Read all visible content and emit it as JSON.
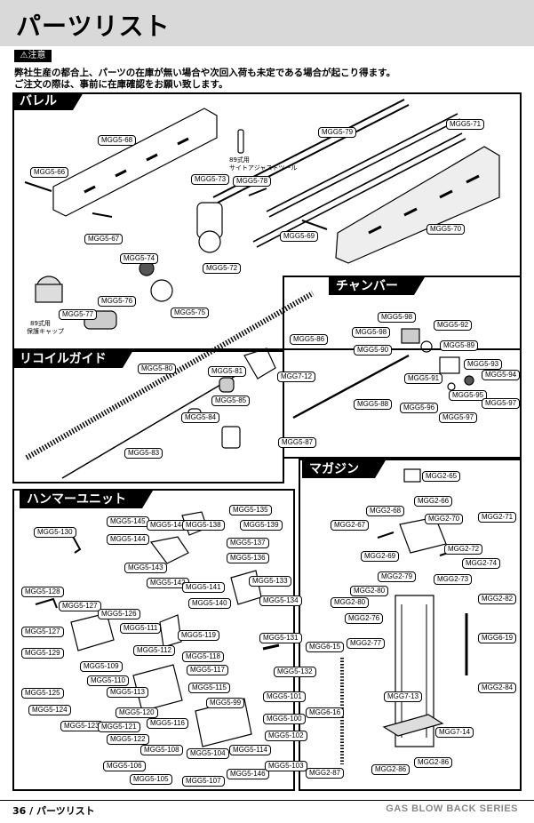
{
  "page": {
    "title": "パーツリスト",
    "notice_badge": "⚠注意",
    "notice_lines": [
      "弊社生産の都合上、パーツの在庫が無い場合や次回入荷も未定である場合が起こり得ます。",
      "ご注文の際は、事前に在庫確認をお願い致します。"
    ],
    "footer_left": "36 / パーツリスト",
    "footer_right": "GAS BLOW BACK SERIES"
  },
  "sections": {
    "barrel": "バレル",
    "chamber": "チャンバー",
    "recoil": "リコイルガイド",
    "hammer": "ハンマーユニット",
    "magazine": "マガジン"
  },
  "notes": {
    "sight_tool": [
      "89式用",
      "サイトアジャストツール"
    ],
    "cap": [
      "89式用",
      "保護キャップ"
    ]
  },
  "labels": {
    "barrel": [
      "MGG5-68",
      "MGG5-79",
      "MGG5-71",
      "MGG5-66",
      "MGG5-73",
      "MGG5-78",
      "MGG5-69",
      "MGG5-70",
      "MGG5-67",
      "MGG5-74",
      "MGG5-72",
      "MGG5-76",
      "MGG5-77",
      "MGG5-75"
    ],
    "chamber": [
      "MGG5-98",
      "MGG5-92",
      "MGG5-98",
      "MGG5-89",
      "MGG5-90",
      "MGG5-93",
      "MGG5-94",
      "MGG5-91",
      "MGG5-95",
      "MGG5-88",
      "MGG5-96",
      "MGG5-97",
      "MGG5-97",
      "MGG5-87"
    ],
    "recoil": [
      "MGG5-86",
      "MGG5-80",
      "MGG5-81",
      "MGG7-12",
      "MGG5-85",
      "MGG5-84",
      "MGG5-83"
    ],
    "hammer": [
      "MGG5-135",
      "MGG5-145",
      "MGG5-144",
      "MGG5-138",
      "MGG5-139",
      "MGG5-130",
      "MGG5-144",
      "MGG5-137",
      "MGG5-136",
      "MGG5-143",
      "MGG5-133",
      "MGG5-142",
      "MGG5-141",
      "MGG5-128",
      "MGG5-140",
      "MGG5-134",
      "MGG5-127",
      "MGG5-126",
      "MGG5-127",
      "MGG5-111",
      "MGG5-119",
      "MGG5-131",
      "MGG5-129",
      "MGG5-112",
      "MGG5-118",
      "MGG5-132",
      "MGG5-109",
      "MGG5-117",
      "MGG5-110",
      "MGG5-115",
      "MGG5-125",
      "MGG5-113",
      "MGG5-101",
      "MGG5-99",
      "MGG5-124",
      "MGG5-120",
      "MGG5-100",
      "MGG5-123",
      "MGG5-116",
      "MGG5-121",
      "MGG5-102",
      "MGG5-122",
      "MGG5-108",
      "MGG5-104",
      "MGG5-114",
      "MGG5-106",
      "MGG5-146",
      "MGG5-103",
      "MGG5-105",
      "MGG5-107"
    ],
    "magazine": [
      "MGG2-65",
      "MGG2-66",
      "MGG2-68",
      "MGG2-67",
      "MGG2-70",
      "MGG2-71",
      "MGG2-69",
      "MGG2-72",
      "MGG2-74",
      "MGG2-79",
      "MGG2-73",
      "MGG2-80",
      "MGG2-80",
      "MGG2-82",
      "MGG2-76",
      "MGG6-15",
      "MGG2-77",
      "MGG6-19",
      "MGG6-16",
      "MGG7-13",
      "MGG2-84",
      "MGG7-14",
      "MGG2-86",
      "MGG2-87",
      "MGG2-86"
    ]
  }
}
